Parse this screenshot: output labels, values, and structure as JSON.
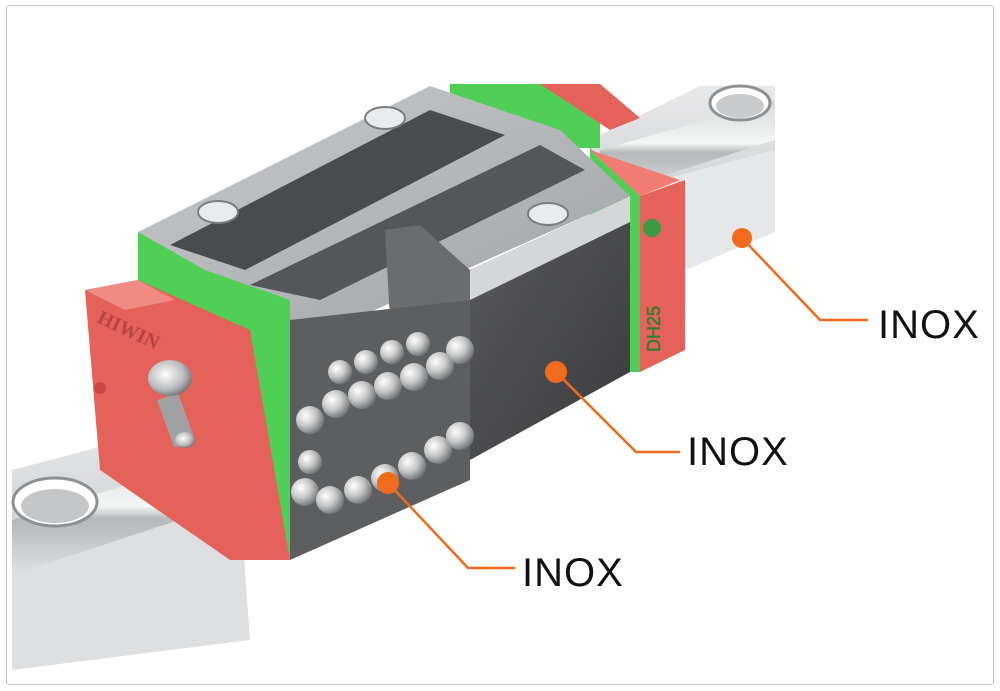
{
  "block": {
    "brand_mark": "HIWIN",
    "model_mark": "DH25"
  },
  "callouts": [
    {
      "label": "INOX",
      "target": "rail"
    },
    {
      "label": "INOX",
      "target": "carriage-body"
    },
    {
      "label": "INOX",
      "target": "ball-chain"
    }
  ],
  "colors": {
    "accent": "#f26b1d",
    "seal_green": "#4fcf55",
    "end_cap_red": "#e5625b",
    "steel": "#b9bcbe",
    "dark_steel": "#4a4b4d"
  }
}
